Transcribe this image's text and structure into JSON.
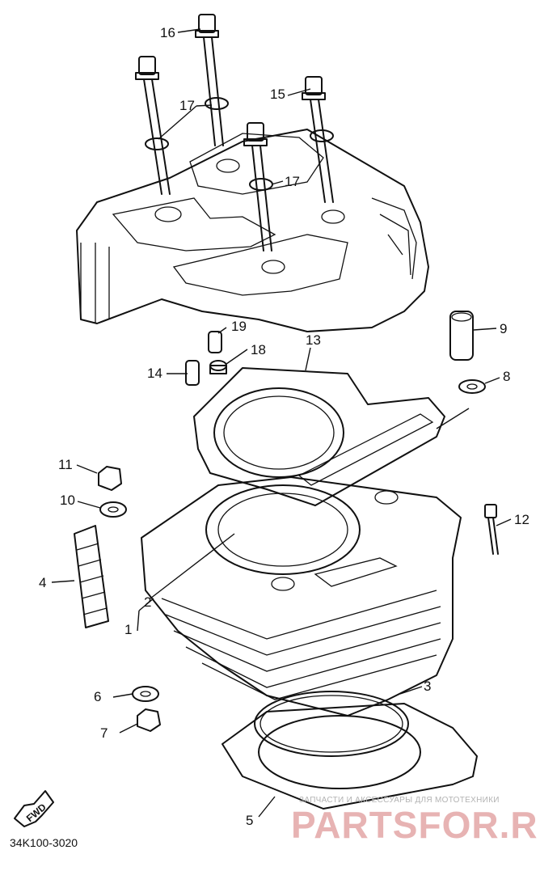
{
  "callouts": {
    "c1": "1",
    "c2": "2",
    "c3": "3",
    "c4": "4",
    "c5": "5",
    "c6": "6",
    "c7": "7",
    "c8": "8",
    "c9": "9",
    "c10": "10",
    "c11": "11",
    "c12": "12",
    "c13": "13",
    "c14": "14",
    "c15": "15",
    "c16": "16",
    "c17a": "17",
    "c17b": "17",
    "c18": "18",
    "c19": "19"
  },
  "fwd_label": "FWD",
  "doc_number": "34K100-3020",
  "watermark": {
    "small": "ЗАПЧАСТИ И АКСЕССУАРЫ ДЛЯ МОТОТЕХНИКИ",
    "large": "PARTSFOR.RU"
  }
}
